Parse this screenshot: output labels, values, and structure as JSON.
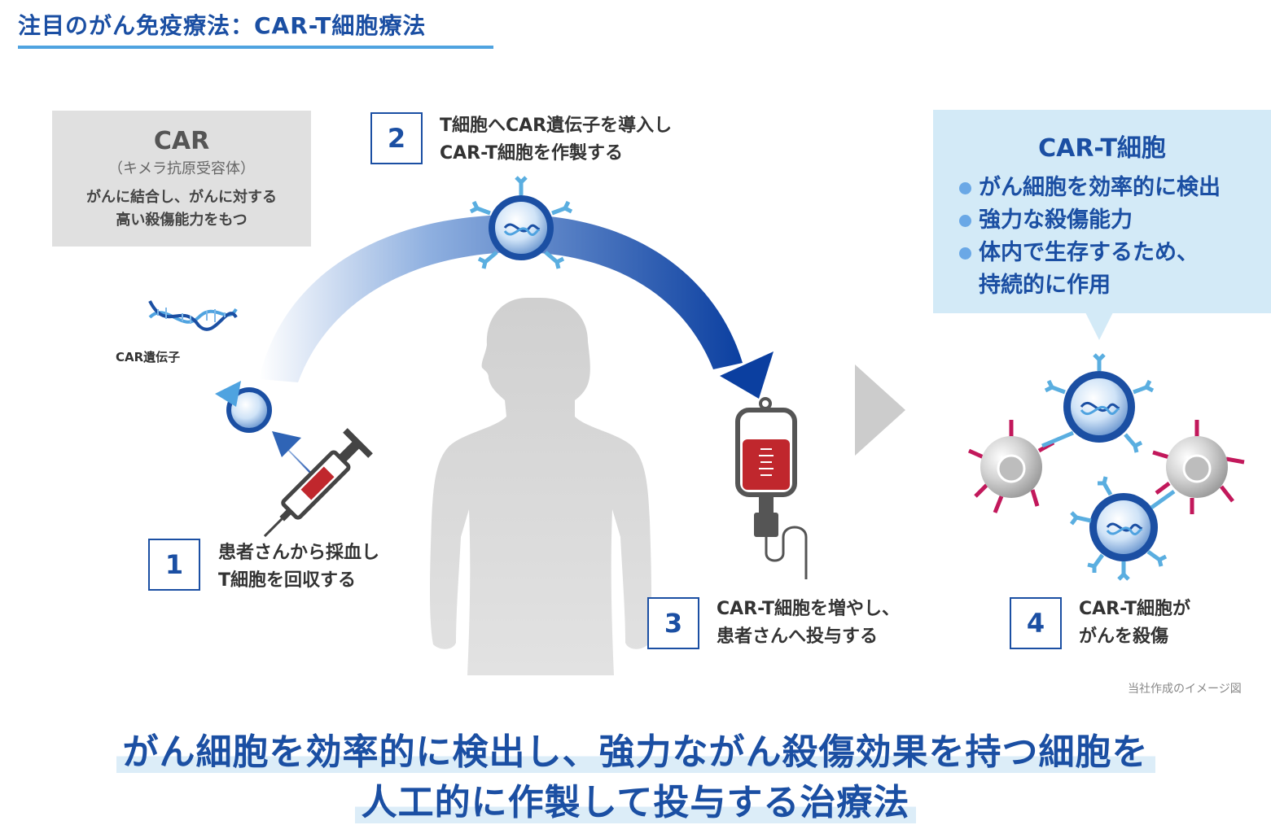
{
  "title": "注目のがん免疫療法：CAR-T細胞療法",
  "car_box": {
    "heading": "CAR",
    "subheading": "（キメラ抗原受容体）",
    "desc_line1": "がんに結合し、がんに対する",
    "desc_line2": "高い殺傷能力をもつ"
  },
  "gene_label": "CAR遺伝子",
  "steps": [
    {
      "num": "1",
      "line1": "患者さんから採血し",
      "line2": "T細胞を回収する"
    },
    {
      "num": "2",
      "line1": "T細胞へCAR遺伝子を導入し",
      "line2": "CAR-T細胞を作製する"
    },
    {
      "num": "3",
      "line1": "CAR-T細胞を増やし、",
      "line2": "患者さんへ投与する"
    },
    {
      "num": "4",
      "line1": "CAR-T細胞が",
      "line2": "がんを殺傷"
    }
  ],
  "cart_box": {
    "heading": "CAR-T細胞",
    "items": [
      "がん細胞を効率的に検出",
      "強力な殺傷能力",
      "体内で生存するため、",
      "持続的に作用"
    ]
  },
  "footnote": "当社作成のイメージ図",
  "banner": {
    "line1": "がん細胞を効率的に検出し、強力ながん殺傷効果を持つ細胞を",
    "line2": "人工的に作製して投与する治療法"
  },
  "colors": {
    "accent": "#1b4fa3",
    "light_blue": "#d3eaf7",
    "blood": "#c0272d",
    "silhouette": "#d6d6d6",
    "receptor": "#5aaee0",
    "cancer_spike": "#c2185b"
  }
}
